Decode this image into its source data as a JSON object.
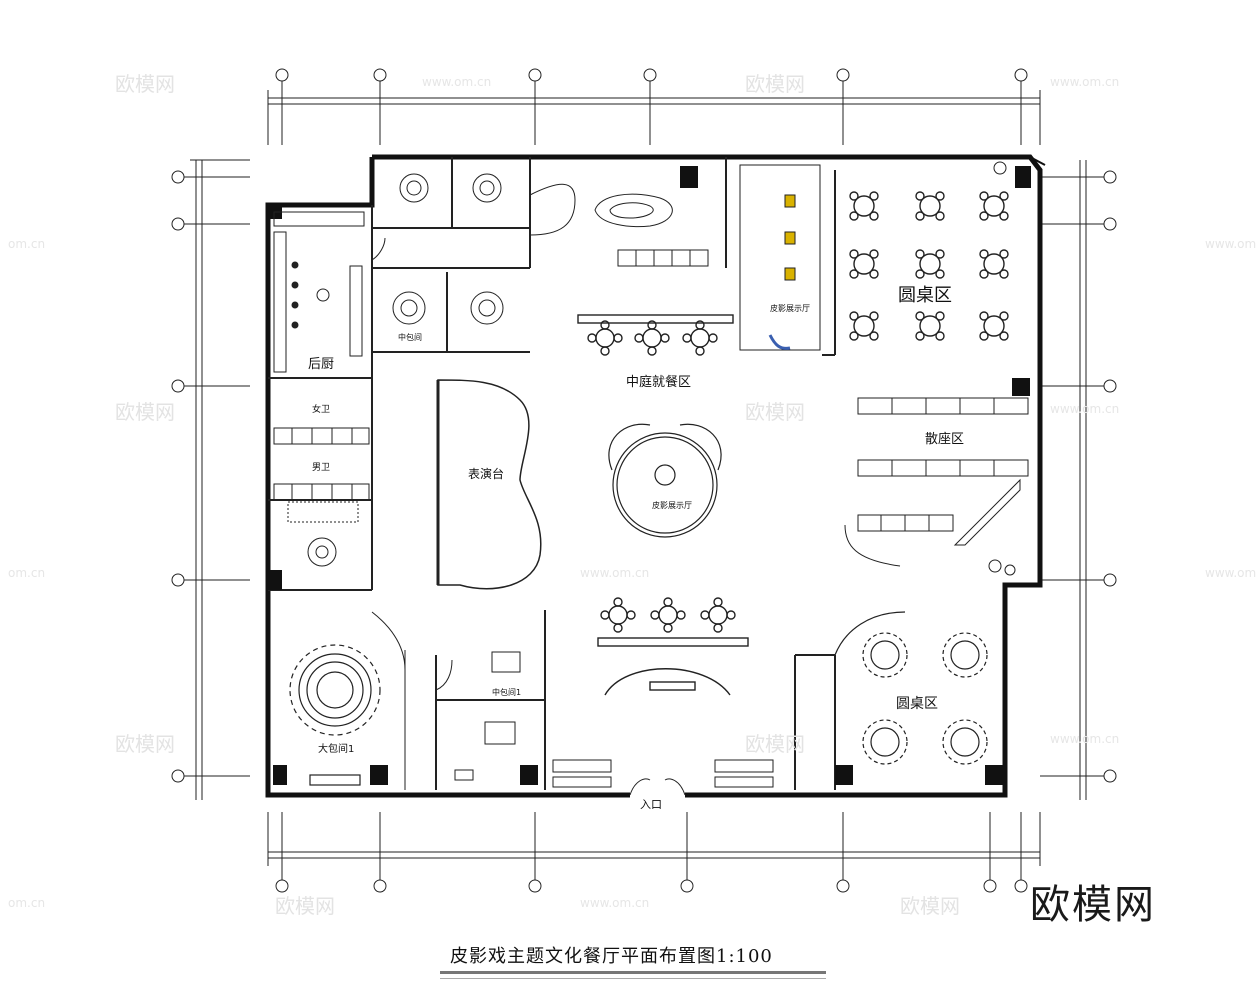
{
  "drawing": {
    "title": "皮影戏主题文化餐厅平面布置图1:100",
    "brand_logo": "欧模网"
  },
  "watermarks": {
    "logo_text": "欧模网",
    "url_text": "www.om.cn",
    "short_url": "om.cn"
  },
  "rooms": {
    "kitchen": "后厨",
    "female_wc": "女卫",
    "male_wc": "男卫",
    "performance_stage": "表演台",
    "atrium_dining": "中庭就餐区",
    "scattered_seating": "散座区",
    "round_table_area_top": "圆桌区",
    "round_table_area_bottom": "圆桌区",
    "large_private_room": "大包间1",
    "private_room_a": "中包间",
    "private_room_b": "中包间1",
    "shadow_exhibit_hall": "皮影展示厅",
    "shadow_exhibit_hall_right": "皮影展示厅",
    "entrance": "入口"
  },
  "colors": {
    "wall": "#111111",
    "line": "#222222",
    "background": "#ffffff",
    "accent_yellow": "#d9b200",
    "accent_blue": "#3a5fb0"
  }
}
